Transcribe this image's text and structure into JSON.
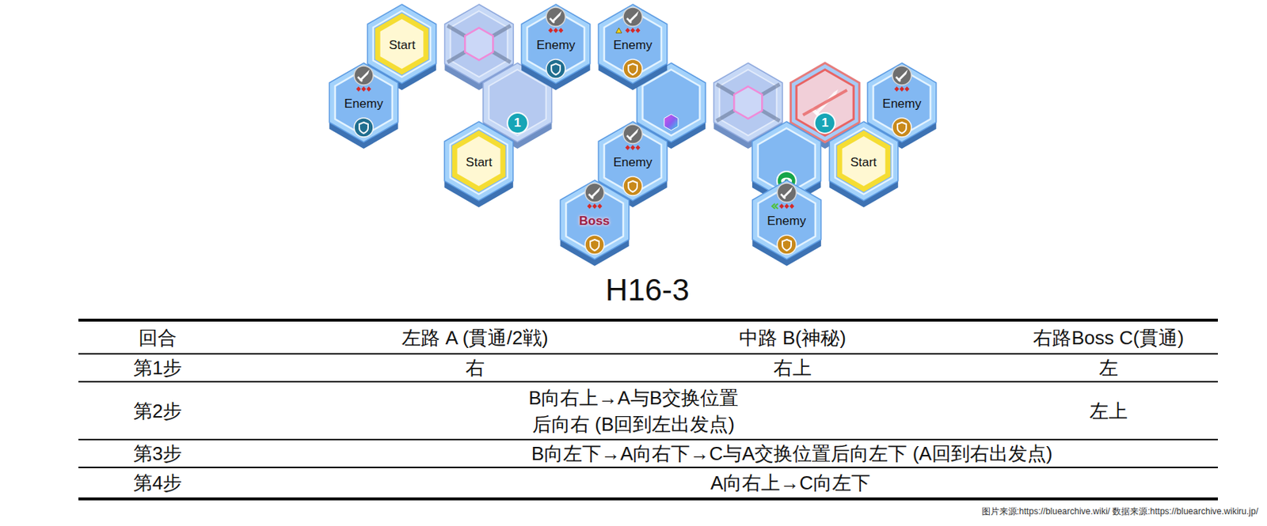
{
  "diagram": {
    "title": "H16-3",
    "nodes": [
      {
        "text": [
          "Start"
        ]
      },
      {
        "text": [
          "Enemy"
        ]
      },
      {
        "text": [
          "Enemy"
        ]
      },
      {
        "text": [
          "Enemy"
        ]
      },
      {
        "text": [
          "Enemy"
        ]
      },
      {
        "text": [
          "Start"
        ]
      },
      {
        "text": [
          "Enemy"
        ]
      },
      {
        "text": [
          "Start"
        ]
      },
      {
        "text": [
          "Boss"
        ]
      },
      {
        "text": [
          "Enemy"
        ]
      }
    ],
    "labels": [
      "1",
      "1",
      "回合",
      "左路 A (貫通/2戦)",
      "中路 B(神秘)",
      "右路Boss C(貫通)",
      "第1步",
      "右",
      "右上",
      "左",
      "第2步",
      "B向右上→A与B交换位置 后向右 (B回到左出发点)",
      "左上",
      "第3步",
      "B向左下→A向右下→C与A交换位置后向左下 (A回到右出发点)",
      "第4步",
      "A向右上→C向左下",
      "图片来源:https://bluearchive.wiki/ 数据来源:https://bluearchive.wikiru.jp/"
    ]
  }
}
